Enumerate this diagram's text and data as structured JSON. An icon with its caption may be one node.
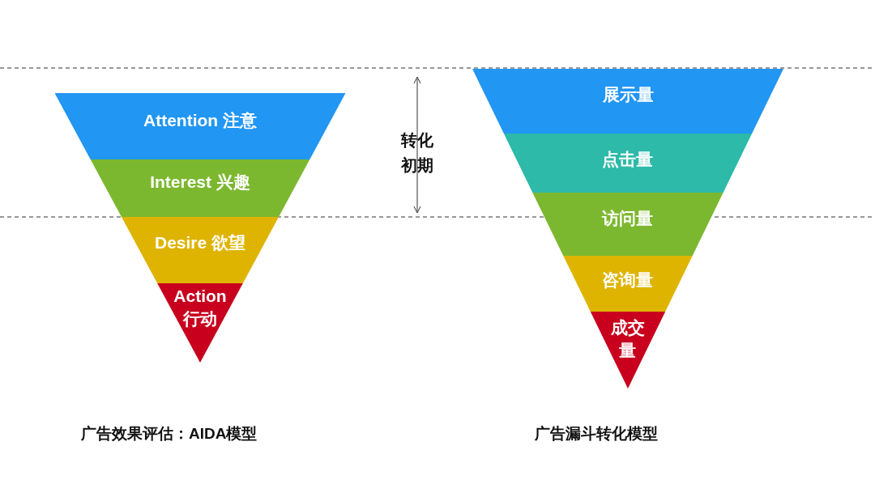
{
  "diagram": {
    "nodes": [
      {
        "text": [
          "Attention 注意"
        ]
      },
      {
        "text": [
          "Interest 兴趣"
        ]
      },
      {
        "text": [
          "Desire 欲望"
        ]
      },
      {
        "text": [
          "Action 行动"
        ]
      },
      {
        "text": [
          "展示量"
        ]
      },
      {
        "text": [
          "点击量"
        ]
      },
      {
        "text": [
          "访问量"
        ]
      },
      {
        "text": [
          "咨询量"
        ]
      },
      {
        "text": [
          "成交量"
        ]
      }
    ],
    "edges": [],
    "labels": [
      "转化初期",
      "广告效果评估：AIDA模型",
      "广告漏斗转化模型"
    ]
  }
}
